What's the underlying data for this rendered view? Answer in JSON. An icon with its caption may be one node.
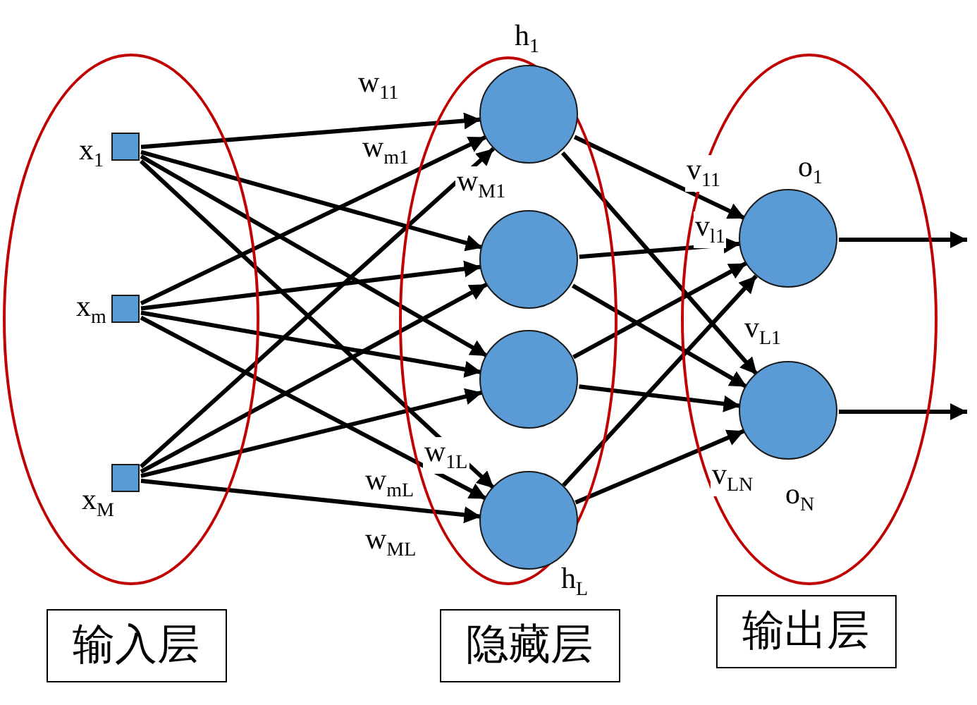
{
  "diagram": {
    "nodes": [
      {
        "text": [],
        "shape": "ellipse"
      },
      {
        "text": [],
        "shape": "box",
        "in": 0,
        "beside": [
          "x$_{1}$"
        ]
      },
      {
        "text": [],
        "shape": "box",
        "in": 0,
        "beside": [
          "x$_{m}$"
        ]
      },
      {
        "text": [],
        "shape": "box",
        "in": 0,
        "beside": [
          "x$_{M}$"
        ]
      },
      {
        "text": [],
        "shape": "ellipse"
      },
      {
        "text": [],
        "shape": "circle",
        "in": 4,
        "beside": [
          "h$_{1}$"
        ]
      },
      {
        "text": [],
        "shape": "circle",
        "in": 4
      },
      {
        "text": [],
        "shape": "circle",
        "in": 4
      },
      {
        "text": [],
        "shape": "circle",
        "in": 4,
        "beside": [
          "h$_{L}$"
        ]
      },
      {
        "text": [],
        "shape": "ellipse"
      },
      {
        "text": [],
        "shape": "circle",
        "in": 9,
        "beside": [
          "o$_{1}$"
        ]
      },
      {
        "text": [],
        "shape": "circle",
        "in": 9,
        "beside": [
          "o$_{N}$"
        ]
      },
      {
        "text": [
          "输入层"
        ]
      },
      {
        "text": [
          "隐藏层"
        ]
      },
      {
        "text": [
          "输出层"
        ]
      }
    ],
    "edges": [
      {
        "from": 1,
        "to": 5,
        "arrow": "to",
        "label": "w$_{11}$"
      },
      {
        "from": 1,
        "to": 6,
        "arrow": "to"
      },
      {
        "from": 1,
        "to": 7,
        "arrow": "to"
      },
      {
        "from": 1,
        "to": 8,
        "arrow": "to",
        "label": "w$_{1L}$"
      },
      {
        "from": 2,
        "to": 5,
        "arrow": "to",
        "label": "w$_{m1}$"
      },
      {
        "from": 2,
        "to": 6,
        "arrow": "to"
      },
      {
        "from": 2,
        "to": 7,
        "arrow": "to"
      },
      {
        "from": 2,
        "to": 8,
        "arrow": "to",
        "label": "w$_{mL}$"
      },
      {
        "from": 3,
        "to": 5,
        "arrow": "to",
        "label": "w$_{M1}$"
      },
      {
        "from": 3,
        "to": 6,
        "arrow": "to"
      },
      {
        "from": 3,
        "to": 7,
        "arrow": "to"
      },
      {
        "from": 3,
        "to": 8,
        "arrow": "to",
        "label": "w$_{ML}$"
      },
      {
        "from": 5,
        "to": 10,
        "arrow": "to",
        "label": "v$_{11}$"
      },
      {
        "from": 5,
        "to": 11,
        "arrow": "to"
      },
      {
        "from": 6,
        "to": 10,
        "arrow": "to",
        "label": "v$_{l1}$"
      },
      {
        "from": 6,
        "to": 11,
        "arrow": "to"
      },
      {
        "from": 7,
        "to": 10,
        "arrow": "to"
      },
      {
        "from": 7,
        "to": 11,
        "arrow": "to"
      },
      {
        "from": 8,
        "to": 10,
        "arrow": "to",
        "label": "v$_{L1}$"
      },
      {
        "from": 8,
        "to": 11,
        "arrow": "to",
        "label": "v$_{LN}$"
      },
      {
        "from": 10,
        "to": null,
        "arrow": "to"
      },
      {
        "from": 11,
        "to": null,
        "arrow": "to"
      }
    ]
  }
}
